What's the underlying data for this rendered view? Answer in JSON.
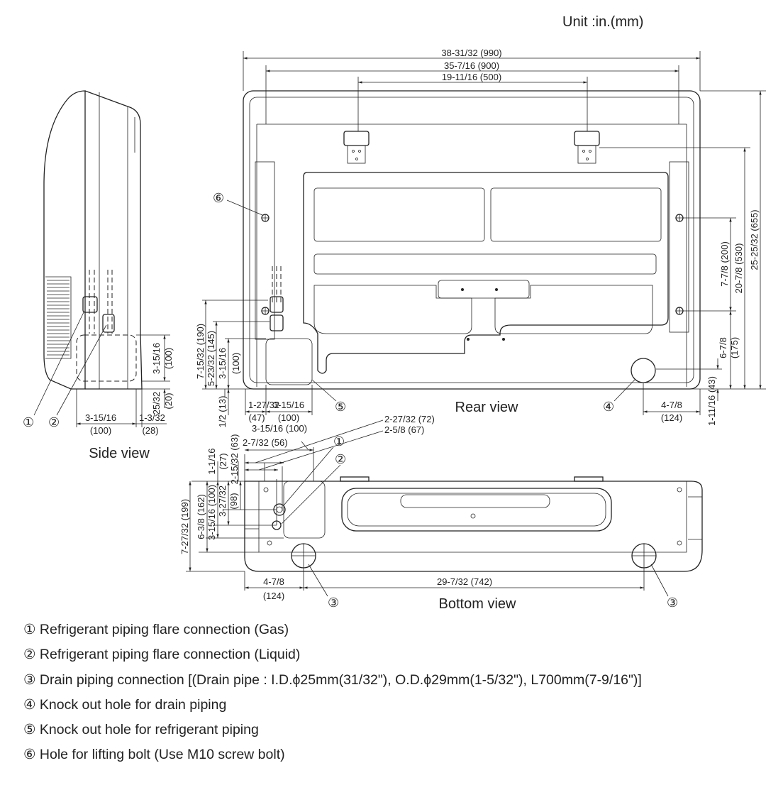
{
  "unit_label": "Unit :in.(mm)",
  "views": {
    "side": "Side view",
    "rear": "Rear view",
    "bottom": "Bottom view"
  },
  "markers": {
    "m1": "①",
    "m2": "②",
    "m3": "③",
    "m4": "④",
    "m5": "⑤",
    "m6": "⑥"
  },
  "rear_dims": {
    "width_990": "38-31/32 (990)",
    "width_900": "35-7/16 (900)",
    "width_500": "19-11/16 (500)",
    "h_655": "25-25/32 (655)",
    "h_530": "20-7/8 (530)",
    "h_200": "7-7/8 (200)",
    "h_175_in": "6-7/8",
    "h_175_mm": "(175)",
    "h_43": "1-11/16 (43)",
    "h_190": "7-15/32 (190)",
    "h_145": "5-23/32 (145)",
    "h_100_in": "3-15/16",
    "h_100_mm": "(100)",
    "h_13": "1/2 (13)",
    "w_47_in": "1-27/32",
    "w_47_mm": "(47)",
    "w_100_in": "3-15/16",
    "w_100_mm": "(100)",
    "w_124_in": "4-7/8",
    "w_124_mm": "(124)"
  },
  "side_dims": {
    "h_100_in": "3-15/16",
    "h_100_mm": "(100)",
    "h_20_in": "25/32",
    "h_20_mm": "(20)",
    "w_100_in": "3-15/16",
    "w_100_mm": "(100)",
    "w_28_in": "1-3/32",
    "w_28_mm": "(28)"
  },
  "bottom_dims": {
    "d_72": "2-27/32 (72)",
    "d_67": "2-5/8 (67)",
    "d_100": "3-15/16 (100)",
    "d_56": "2-7/32 (56)",
    "d_63": "2-15/32 (63)",
    "d_27_in": "1-1/16",
    "d_27_mm": "(27)",
    "d_98_in": "3-27/32",
    "d_98_mm": "(98)",
    "d_100v": "3-15/16 (100)",
    "d_162": "6-3/8 (162)",
    "d_199": "7-27/32 (199)",
    "w_124_in": "4-7/8",
    "w_124_mm": "(124)",
    "w_742": "29-7/32 (742)"
  },
  "legend": [
    "① Refrigerant piping flare connection (Gas)",
    "② Refrigerant piping flare connection (Liquid)",
    "③ Drain piping connection [(Drain pipe : I.D.ϕ25mm(31/32\"), O.D.ϕ29mm(1-5/32\"), L700mm(7-9/16\")]",
    "④ Knock out hole for drain piping",
    "⑤ Knock out hole for refrigerant piping",
    "⑥ Hole for lifting bolt (Use M10 screw bolt)"
  ]
}
